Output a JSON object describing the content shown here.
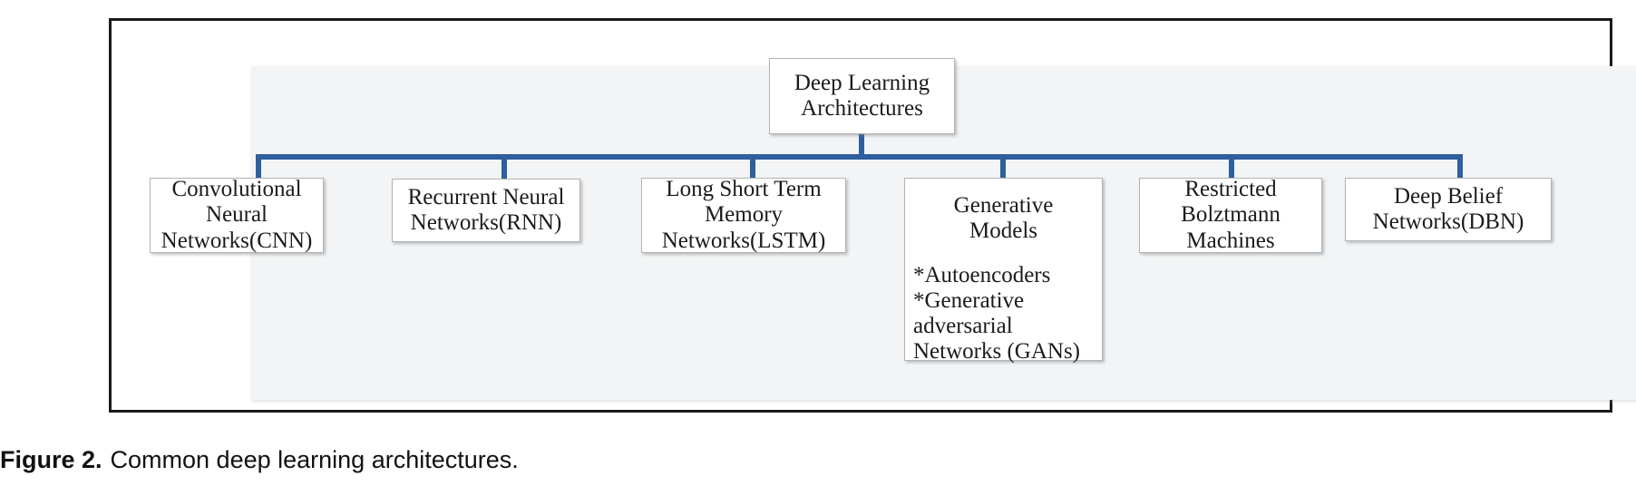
{
  "figure": {
    "caption_label": "Figure 2.",
    "caption_text": "Common deep learning architectures.",
    "accent_color": "#2e5f9e",
    "canvas_color": "#f2f4f5",
    "frame_color": "#1a1a1a",
    "node_border_color": "#b4b4b4",
    "node_fill_color": "#ffffff"
  },
  "diagram": {
    "type": "tree",
    "root": {
      "id": "deep-learning-architectures",
      "lines": [
        "Deep Learning",
        "Architectures"
      ]
    },
    "children": [
      {
        "id": "cnn",
        "lines": [
          "Convolutional",
          "Neural",
          "Networks(CNN)"
        ],
        "sublist": []
      },
      {
        "id": "rnn",
        "lines": [
          "Recurrent Neural",
          "Networks(RNN)"
        ],
        "sublist": []
      },
      {
        "id": "lstm",
        "lines": [
          "Long Short Term",
          "Memory",
          "Networks(LSTM)"
        ],
        "sublist": []
      },
      {
        "id": "generative-models",
        "lines": [
          "Generative",
          "Models"
        ],
        "sublist": [
          "*Autoencoders",
          "*Generative",
          "adversarial",
          "Networks (GANs)"
        ]
      },
      {
        "id": "restricted-boltzmann-machines",
        "lines": [
          "Restricted",
          "Bolztmann",
          "Machines"
        ],
        "sublist": []
      },
      {
        "id": "dbn",
        "lines": [
          "Deep Belief",
          "Networks(DBN)"
        ],
        "sublist": []
      }
    ]
  }
}
